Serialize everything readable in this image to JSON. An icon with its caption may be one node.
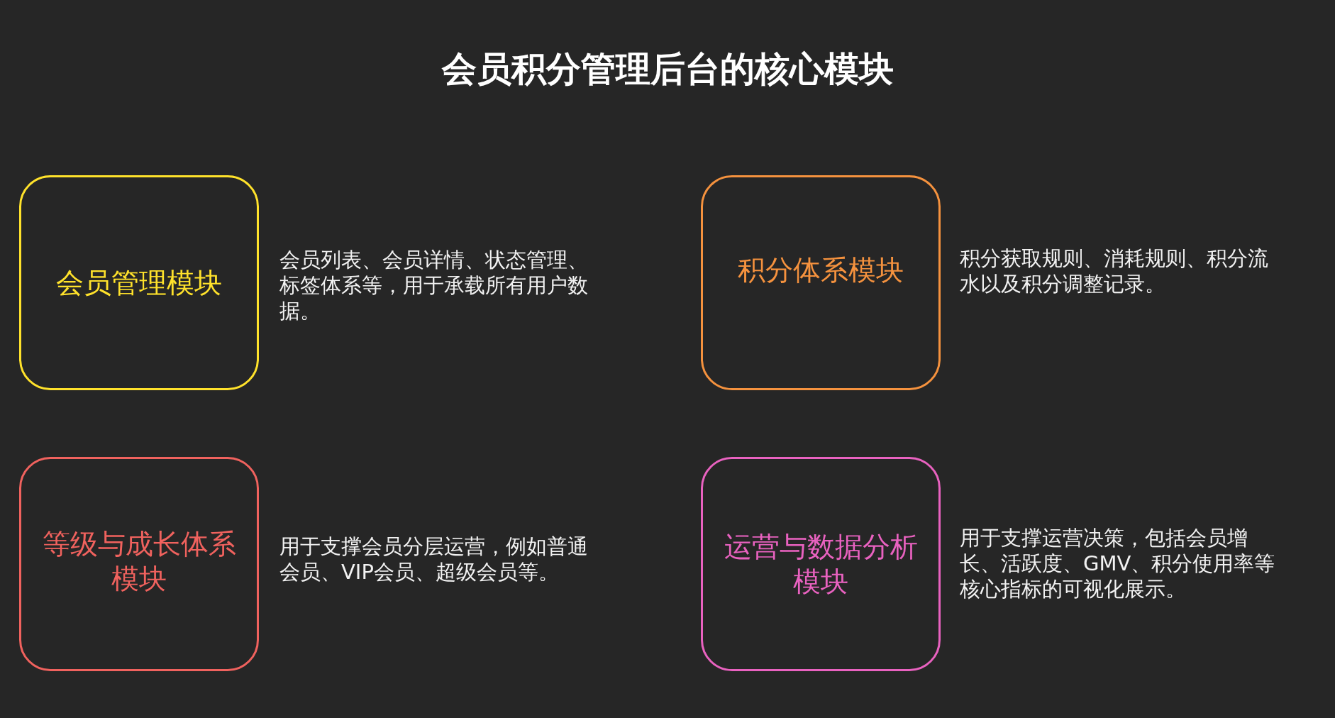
{
  "diagram": {
    "title": "会员积分管理后台的核心模块",
    "nodes": [
      {
        "text": [
          "会员管理模块"
        ],
        "beside": [
          "会员列表、会员详情、状态管理、标签体系等，用于承载所有用户数据。"
        ]
      },
      {
        "text": [
          "积分体系模块"
        ],
        "beside": [
          "积分获取规则、消耗规则、积分流水以及积分调整记录。"
        ]
      },
      {
        "text": [
          "等级与成长体系模块"
        ],
        "beside": [
          "用于支撑会员分层运营，例如普通会员、VIP会员、超级会员等。"
        ]
      },
      {
        "text": [
          "运营与数据分析模块"
        ],
        "beside": [
          "用于支撑运营决策，包括会员增长、活跃度、GMV、积分使用率等核心指标的可视化展示。"
        ]
      }
    ]
  }
}
